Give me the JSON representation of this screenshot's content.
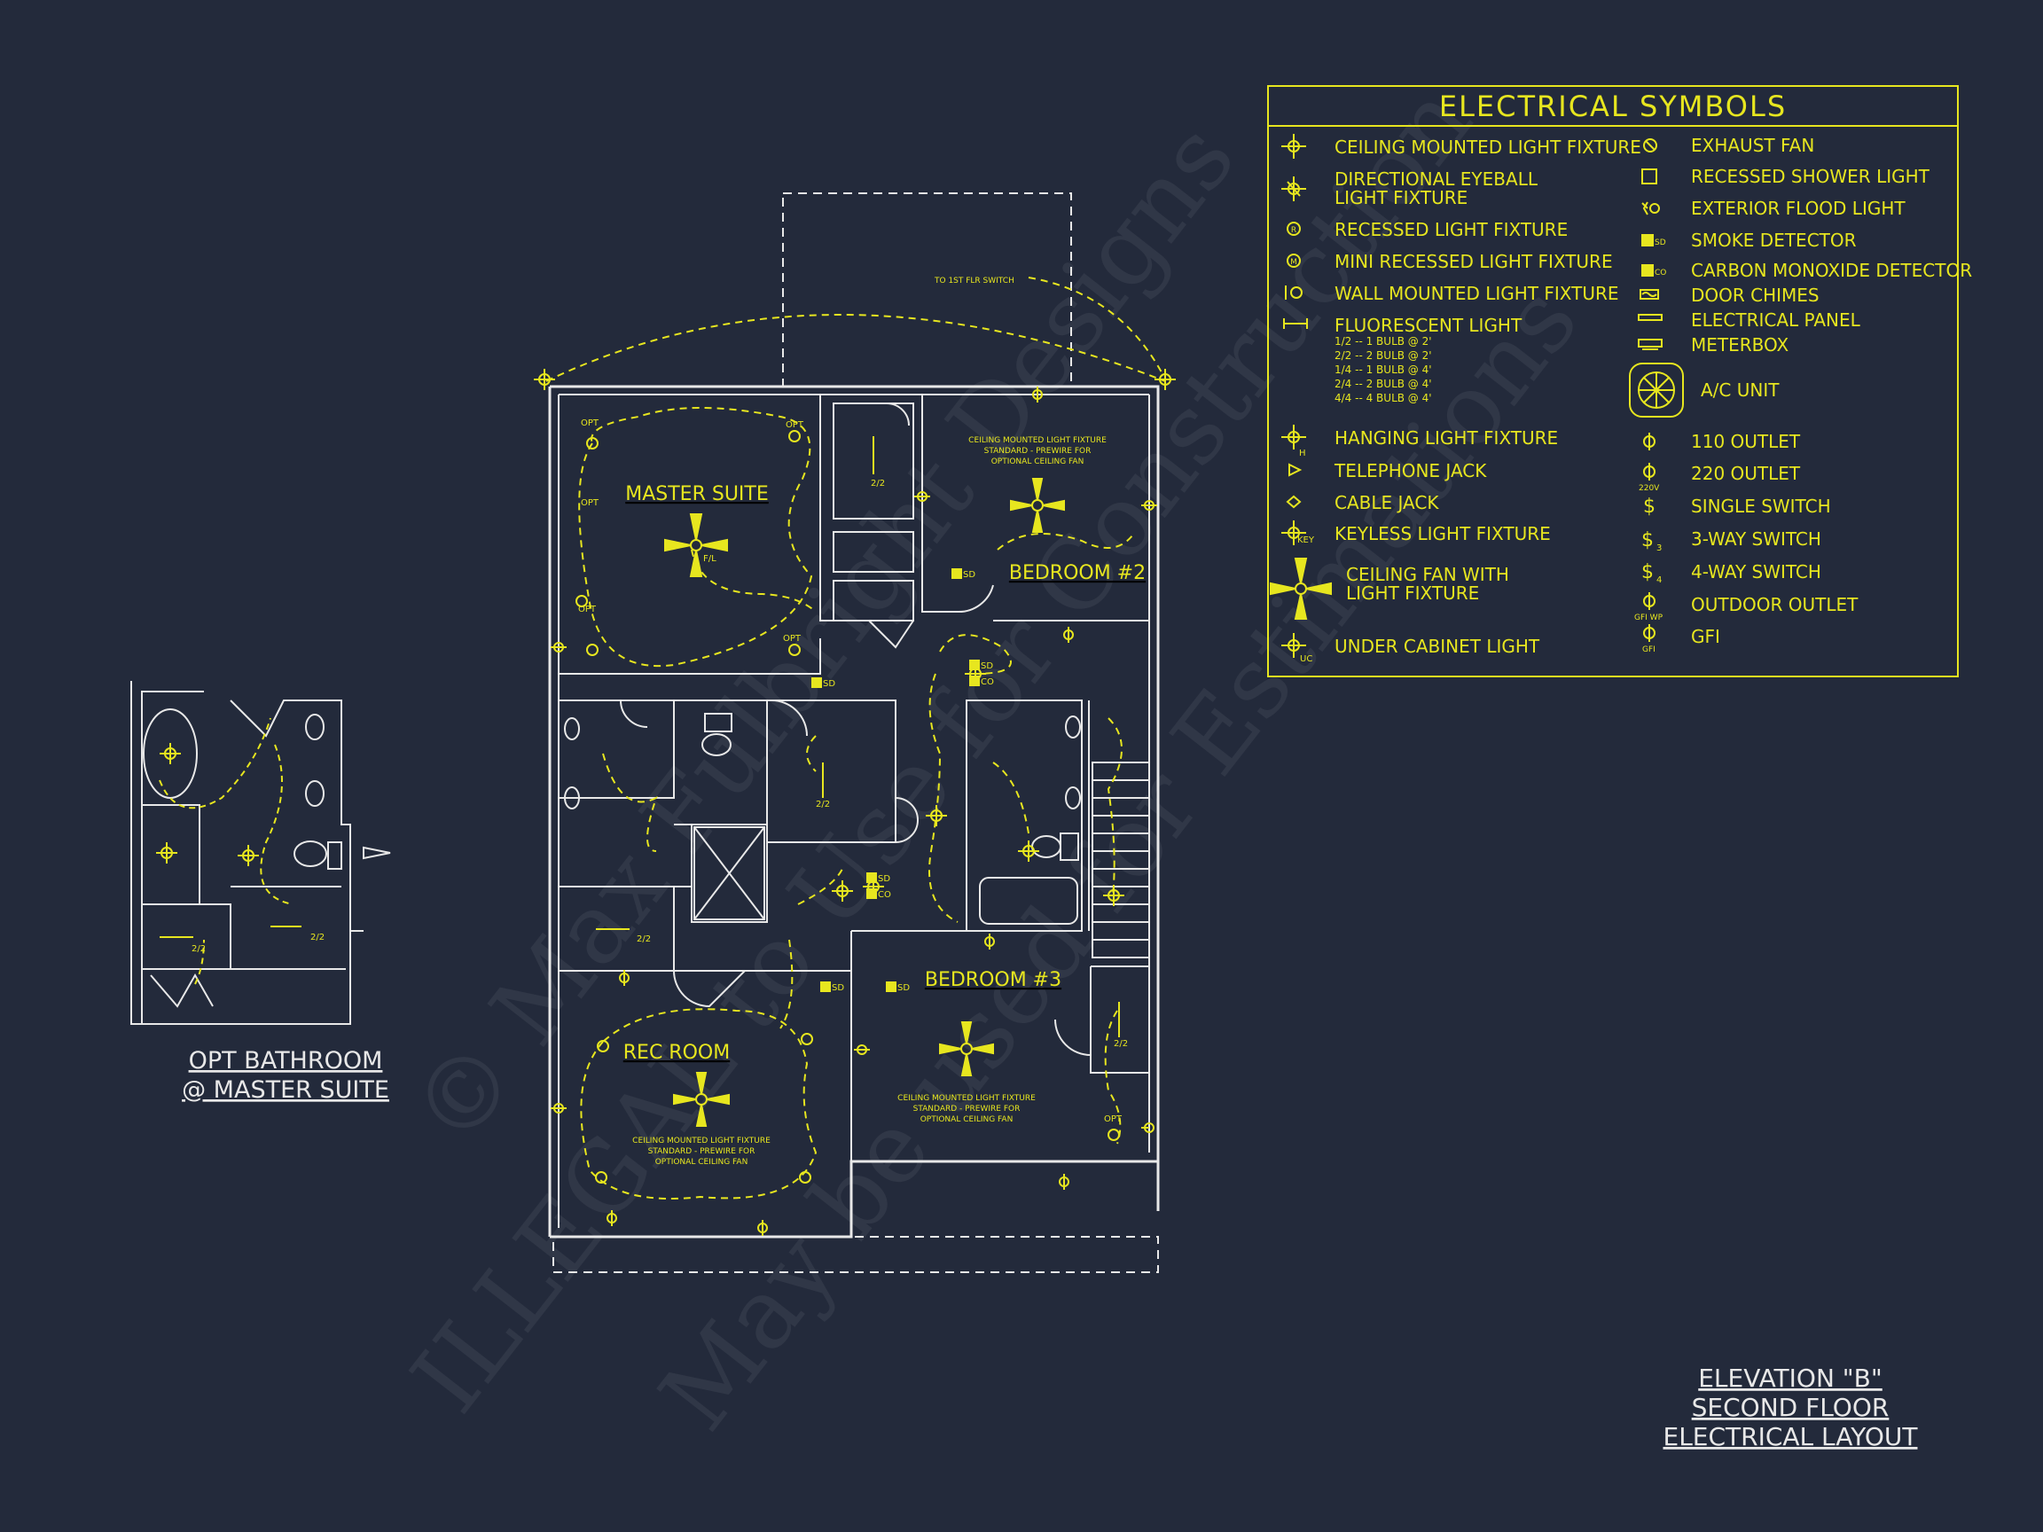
{
  "colors": {
    "background": "#232a3b",
    "wall": "#e8e8e8",
    "electrical": "#e7e61f"
  },
  "watermark": {
    "line1": "© Max Fulbright Designs",
    "line2": "ILLEGAL to Use for Construction",
    "line3": "May be used for Estimations"
  },
  "legend": {
    "title": "ELECTRICAL SYMBOLS",
    "left_items": [
      {
        "icon": "ceiling-light-icon",
        "label": "CEILING MOUNTED LIGHT FIXTURE"
      },
      {
        "icon": "eyeball-light-icon",
        "label": "DIRECTIONAL EYEBALL",
        "label2": "LIGHT FIXTURE"
      },
      {
        "icon": "recessed-light-icon",
        "label": "RECESSED LIGHT FIXTURE"
      },
      {
        "icon": "mini-recessed-light-icon",
        "label": "MINI RECESSED LIGHT FIXTURE"
      },
      {
        "icon": "wall-light-icon",
        "label": "WALL MOUNTED LIGHT FIXTURE"
      },
      {
        "icon": "fluorescent-light-icon",
        "label": "FLUORESCENT LIGHT"
      },
      {
        "icon": "hanging-light-icon",
        "label": "HANGING LIGHT FIXTURE"
      },
      {
        "icon": "telephone-jack-icon",
        "label": "TELEPHONE JACK"
      },
      {
        "icon": "cable-jack-icon",
        "label": "CABLE JACK"
      },
      {
        "icon": "keyless-light-icon",
        "label": "KEYLESS LIGHT FIXTURE"
      },
      {
        "icon": "ceiling-fan-icon",
        "label": "CEILING FAN WITH",
        "label2": "LIGHT FIXTURE"
      },
      {
        "icon": "under-cabinet-light-icon",
        "label": "UNDER CABINET LIGHT"
      }
    ],
    "fluorescent_notes": [
      "1/2 -- 1 BULB @ 2'",
      "2/2 -- 2 BULB @ 2'",
      "1/4 -- 1 BULB @ 4'",
      "2/4 -- 2 BULB @ 4'",
      "4/4 -- 4 BULB @ 4'"
    ],
    "right_items": [
      {
        "icon": "exhaust-fan-icon",
        "label": "EXHAUST FAN"
      },
      {
        "icon": "recessed-shower-light-icon",
        "label": "RECESSED SHOWER LIGHT"
      },
      {
        "icon": "exterior-flood-light-icon",
        "label": "EXTERIOR FLOOD LIGHT"
      },
      {
        "icon": "smoke-detector-icon",
        "label": "SMOKE DETECTOR"
      },
      {
        "icon": "carbon-monoxide-detector-icon",
        "label": "CARBON MONOXIDE DETECTOR"
      },
      {
        "icon": "door-chimes-icon",
        "label": "DOOR CHIMES"
      },
      {
        "icon": "electrical-panel-icon",
        "label": "ELECTRICAL PANEL"
      },
      {
        "icon": "meterbox-icon",
        "label": "METERBOX"
      },
      {
        "icon": "ac-unit-icon",
        "label": "A/C UNIT"
      },
      {
        "icon": "outlet-110-icon",
        "label": "110 OUTLET"
      },
      {
        "icon": "outlet-220-icon",
        "label": "220 OUTLET"
      },
      {
        "icon": "single-switch-icon",
        "label": "SINGLE SWITCH"
      },
      {
        "icon": "three-way-switch-icon",
        "label": "3-WAY SWITCH"
      },
      {
        "icon": "four-way-switch-icon",
        "label": "4-WAY SWITCH"
      },
      {
        "icon": "outdoor-outlet-icon",
        "label": "OUTDOOR OUTLET"
      },
      {
        "icon": "gfi-icon",
        "label": "GFI"
      }
    ],
    "symbol_tags": {
      "sd": "SD",
      "co": "CO",
      "key": "KEY",
      "uc": "UC",
      "v220": "220V",
      "gfiwp": "GFI WP",
      "gfi": "GFI",
      "h": "H"
    }
  },
  "plan": {
    "rooms": {
      "master": "MASTER SUITE",
      "bed2": "BEDROOM #2",
      "bed3": "BEDROOM #3",
      "rec": "REC ROOM"
    },
    "fan_note": [
      "CEILING MOUNTED LIGHT FIXTURE",
      "STANDARD - PREWIRE FOR",
      "OPTIONAL CEILING FAN"
    ],
    "switch_note": "TO 1ST FLR SWITCH",
    "opt": "OPT",
    "fl": "F/L",
    "sd": "SD",
    "co": "CO",
    "fluor_2_2": "2/2"
  },
  "opt_bath": {
    "line1": "OPT BATHROOM",
    "line2": "@ MASTER SUITE"
  },
  "sheet_title": {
    "line1": "ELEVATION \"B\"",
    "line2": "SECOND FLOOR",
    "line3": "ELECTRICAL LAYOUT"
  }
}
